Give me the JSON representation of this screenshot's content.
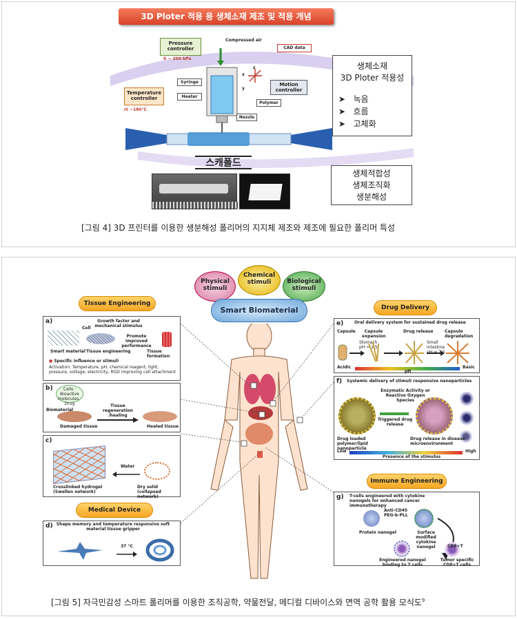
{
  "figure4": {
    "banner_title": "3D Ploter 적용 용 생체소재 제조 및 적용 개념",
    "pressure_controller": "Pressure controller",
    "pressure_range": "0 ~ 200 kPa",
    "compressed_air": "Compressed air",
    "cad_data": "CAD data",
    "syringe": "Syringe",
    "heater": "Heater",
    "temperature_controller": "Temperature controller",
    "temperature_range": "rt ~180°C",
    "motion_controller": "Motion controller",
    "polymer": "Polymer",
    "nozzle": "Nozzle",
    "axes": {
      "x": "x",
      "y": "y",
      "z": "z"
    },
    "right_box_title_1": "생체소재",
    "right_box_title_2": "3D Ploter 적용성",
    "properties": [
      "녹음",
      "흐름",
      "고체화"
    ],
    "scaffold_label": "스캐폴드",
    "bio_props": [
      "생체적합성",
      "생체조직화",
      "생분해성"
    ],
    "caption": "[그림 4] 3D 프린터를 이용한 생분해성 폴리머의 지지체 제조와 제조에 필요한 폴리머 특성"
  },
  "figure5": {
    "stimuli": [
      "Physical stimuli",
      "Chemical stimuli",
      "Biological stimuli"
    ],
    "smart_biomaterial": "Smart Biomaterial",
    "tissue_engineering": "Tissue Engineering",
    "drug_delivery": "Drug Delivery",
    "medical_device": "Medical Device",
    "immune_engineering": "Immune Engineering",
    "panel_a": {
      "label": "a)",
      "growth_factor": "Growth factor and mechanical stimulus",
      "cell": "Cell",
      "smart_material": "Smart material",
      "tissue_engineering": "Tissue engineering",
      "promote": "Promote improved performance",
      "tissue_formation": "Tissue formation",
      "specific_influence": "Specific influence or stimuli",
      "activation": "Activation: Temperature, pH, chemical reagent, light, pressure, voltage, electricity, RGD improving cell attachment"
    },
    "panel_b": {
      "label": "b)",
      "legend": "Cells · Bioactive molecules · Drug",
      "biomaterial": "Biomaterial",
      "regen": "Tissue regeneration /healing",
      "damaged": "Damaged tissue",
      "healed": "Healed tissue"
    },
    "panel_c": {
      "label": "c)",
      "water": "Water",
      "hydrogel": "Crosslinked hydrogel (Swellen network)",
      "dry": "Dry solid (collapsed network)"
    },
    "panel_d": {
      "label": "d)",
      "title": "Shape memory and temperature responsive soft material tissue gripper",
      "temp": "37 °C"
    },
    "panel_e": {
      "label": "e)",
      "title": "Oral delivery system for sustained drug release",
      "steps": [
        "Capsule",
        "Capsule expansion",
        "Drug release",
        "Capsule degradation"
      ],
      "stomach": "Stomach pH = 1.5",
      "intestine": "Small intestine pH = 7.5",
      "acidic": "Acidic",
      "ph": "pH",
      "basic": "Basic"
    },
    "panel_f": {
      "label": "f)",
      "title": "Systemic delivery of stimuli responsive nanoparticles",
      "enzymatic": "Enzymatic Activity or Reactive Oxygen Species",
      "triggered": "Triggered drug release",
      "loaded": "Drug loaded polymer/lipid nanoparticle",
      "release": "Drug release in disease microenvironment",
      "low": "Low",
      "presence": "Presence of the stimulus",
      "high": "High"
    },
    "panel_g": {
      "label": "g)",
      "title": "T-cells engineered with cytokine nanogels for enhanced cancer immunotherapy",
      "anti": "Anti-CD45",
      "peg": "PEG-b-PLL",
      "protein": "Protein nanogel",
      "surface": "Surface modified cytokine nanogel",
      "cd8": "CD8+T",
      "tumor": "Tumor specific CD8+T cells",
      "engineered": "Engineered nanogel binding to T cells"
    },
    "caption": "[그림 5] 자극민감성 스마트 폴리머를 이용한 조직공학, 약물전달, 메디컬 디바이스와 면역 공학 활용 모식도",
    "caption_sup": "9"
  },
  "colors": {
    "banner": "#e8553a",
    "pill": "#f5a623",
    "physical": "#c0392b",
    "chemical": "#e2a400",
    "biological": "#3d9a3d",
    "cloud": "#6fa8dc"
  }
}
